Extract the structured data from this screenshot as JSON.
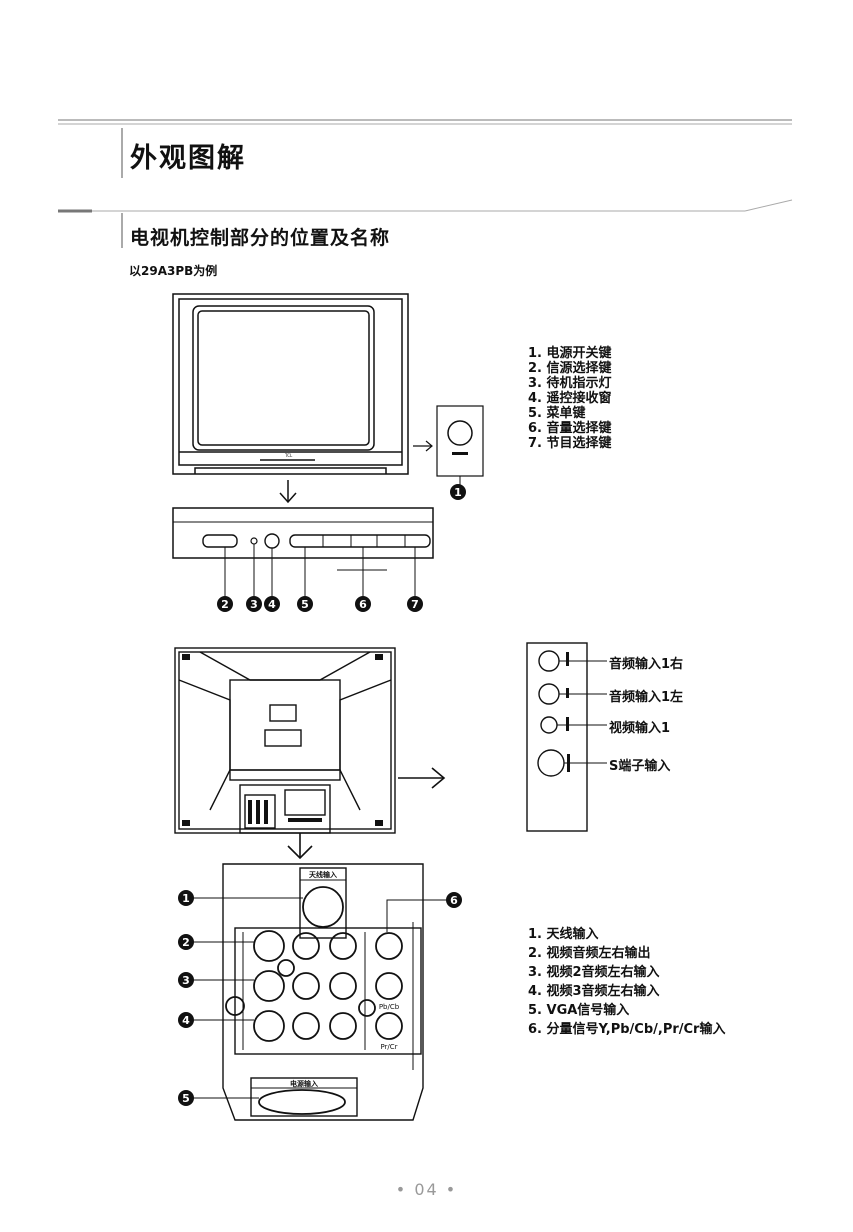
{
  "section_title": "外观图解",
  "subsection_title": "电视机控制部分的位置及名称",
  "example_note": "以29A3PB为例",
  "front_controls": {
    "items": [
      "1. 电源开关键",
      "2. 信源选择键",
      "3. 待机指示灯",
      "4. 遥控接收窗",
      "5. 菜单键",
      "6. 音量选择键",
      "7. 节目选择键"
    ],
    "markers": [
      "1",
      "2",
      "3",
      "4",
      "5",
      "6",
      "7"
    ]
  },
  "side_inputs": [
    "音频输入1右",
    "音频输入1左",
    "视频输入1",
    "S端子输入"
  ],
  "rear_panel": {
    "antenna_label": "天线输入",
    "power_label": "电源输入",
    "markers": [
      "1",
      "2",
      "3",
      "4",
      "5",
      "6"
    ],
    "jack_labels": [
      "Pb/Cb",
      "Pr/Cr"
    ]
  },
  "rear_inputs": [
    "1. 天线输入",
    "2. 视频音频左右输出",
    "3. 视频2音频左右输入",
    "4. 视频3音频左右输入",
    "5. VGA信号输入",
    "6. 分量信号Y,Pb/Cb/,Pr/Cr输入"
  ],
  "page_number": "04"
}
